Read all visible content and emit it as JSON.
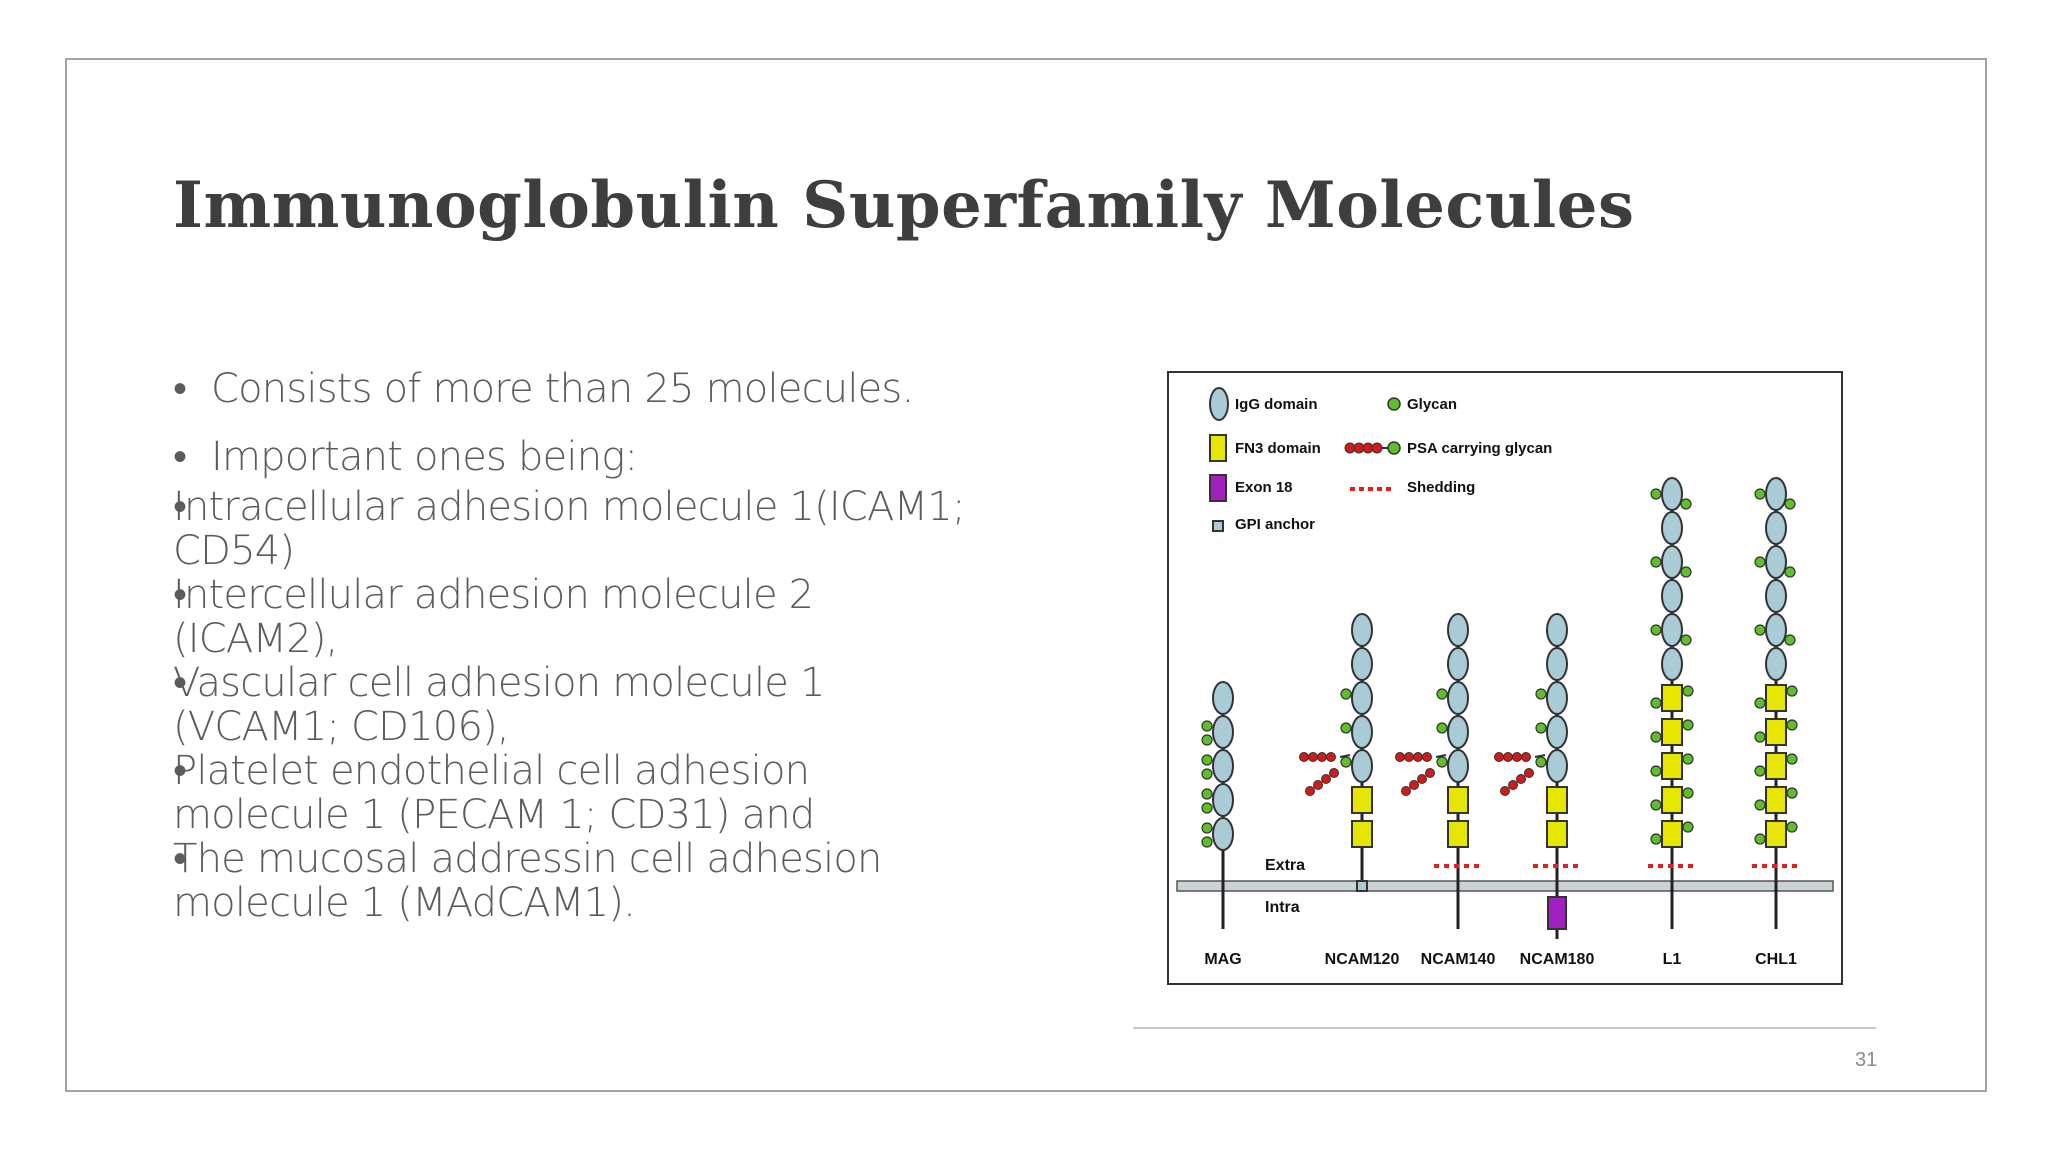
{
  "slide": {
    "title": "Immunoglobulin Superfamily Molecules",
    "bullets": [
      "Consists of more than 25 molecules.",
      "Important ones being:"
    ],
    "sub_bullets": [
      [
        "Intracellular adhesion molecule 1(ICAM1;",
        "CD54)"
      ],
      [
        "Intercellular adhesion molecule 2",
        "(ICAM2),"
      ],
      [
        "Vascular cell adhesion molecule 1",
        "(VCAM1; CD106),"
      ],
      [
        "Platelet endothelial cell adhesion",
        "molecule 1 (PECAM 1; CD31) and"
      ],
      [
        "The mucosal addressin cell adhesion",
        "molecule 1 (MAdCAM1)."
      ]
    ],
    "page_number": "31"
  },
  "figure": {
    "legend": {
      "igg": "IgG domain",
      "fn3": "FN3 domain",
      "exon18": "Exon 18",
      "gpi": "GPI anchor",
      "glycan": "Glycan",
      "psa": "PSA carrying glycan",
      "shedding": "Shedding"
    },
    "extra_label": "Extra",
    "intra_label": "Intra",
    "molecules": [
      {
        "name": "MAG",
        "igg": 5,
        "fn3": 0
      },
      {
        "name": "NCAM120",
        "igg": 5,
        "fn3": 2,
        "gpi": true
      },
      {
        "name": "NCAM140",
        "igg": 5,
        "fn3": 2
      },
      {
        "name": "NCAM180",
        "igg": 5,
        "fn3": 2,
        "exon18": true
      },
      {
        "name": "L1",
        "igg": 6,
        "fn3": 5
      },
      {
        "name": "CHL1",
        "igg": 6,
        "fn3": 5
      }
    ],
    "colors": {
      "igg": "#a9cbd6",
      "fn3": "#e6e600",
      "exon18": "#a020c0",
      "glycan": "#5fbf2a",
      "psa": "#d11a1a",
      "membrane": "#c9d3d6",
      "frame": "#9aa89f",
      "title": "#3e3e3e",
      "body_text": "#5c5c5c"
    }
  }
}
